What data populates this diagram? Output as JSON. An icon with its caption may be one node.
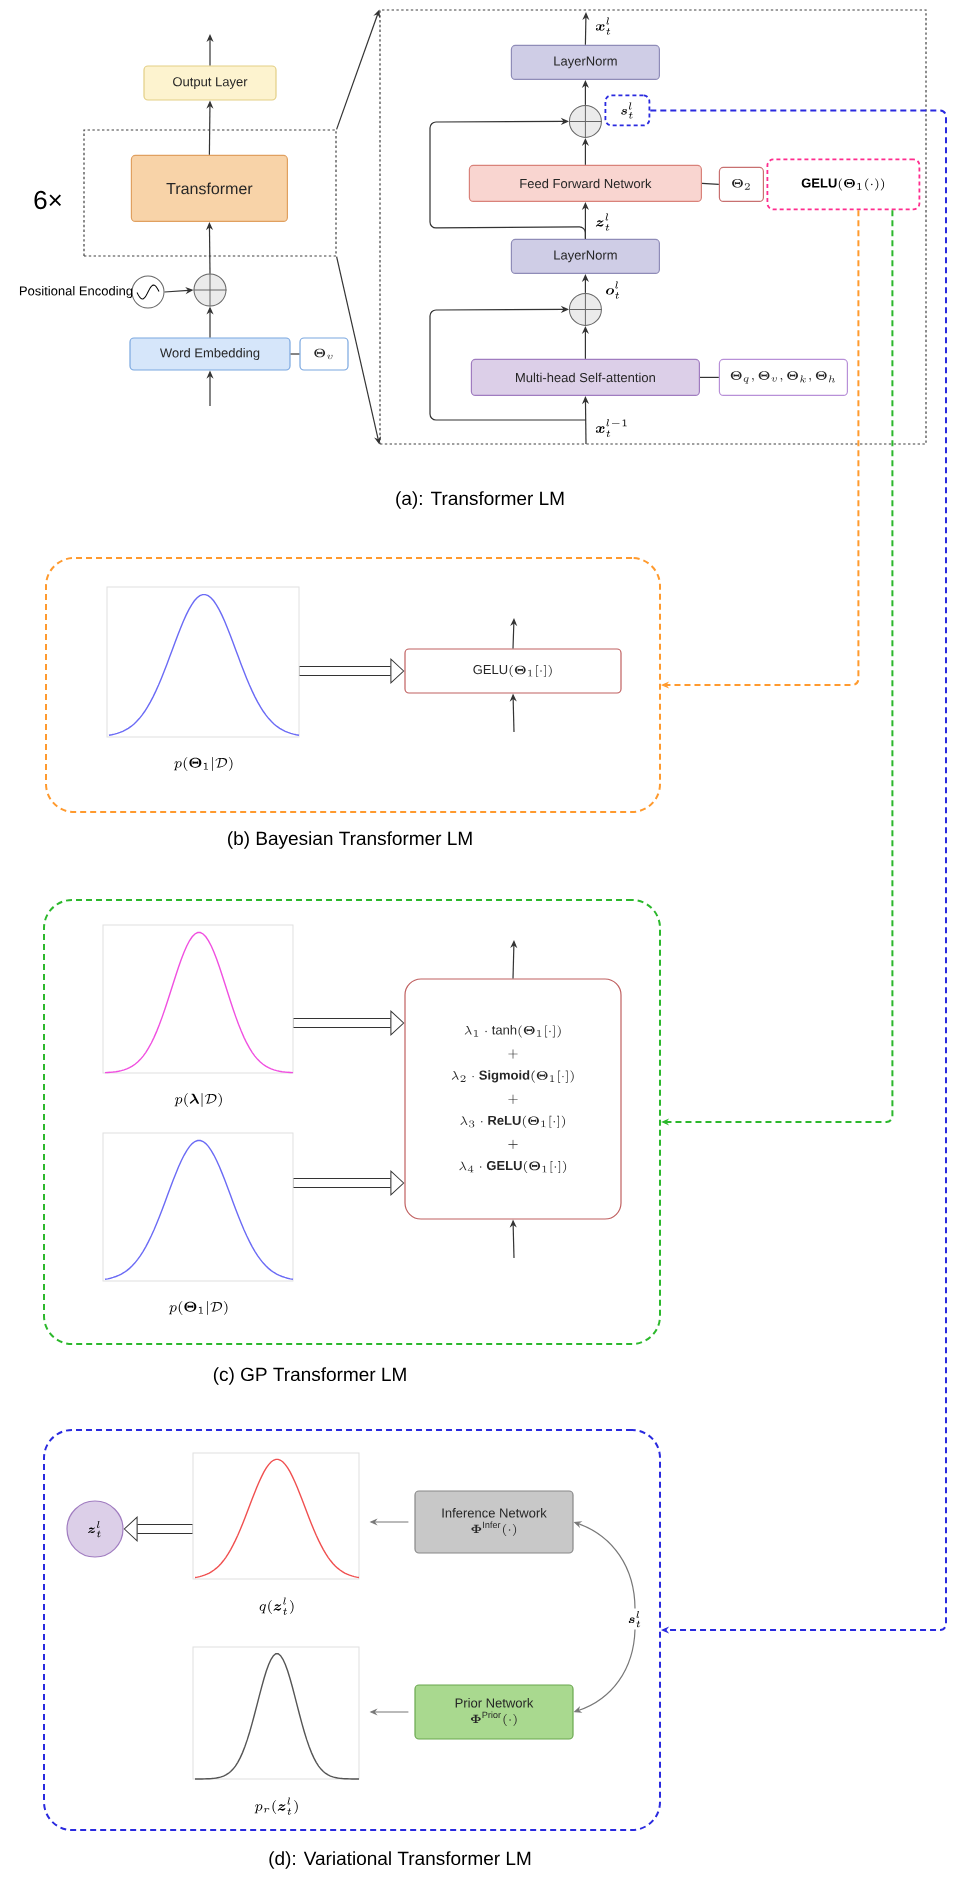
{
  "diagram": {
    "nodes": [
      {
        "text": [
          "Output Layer"
        ]
      },
      {
        "text": [
          "6×"
        ]
      },
      {
        "text": [
          "Transformer"
        ],
        "in": 1
      },
      {
        "text": [],
        "shape": "circle",
        "beside": [
          "Positional Encoding"
        ]
      },
      {
        "text": [],
        "shape": "circle"
      },
      {
        "text": [
          "Word Embedding"
        ]
      },
      {
        "text": [
          "\\boldsymbol{\\Theta}_v"
        ]
      },
      {
        "text": [],
        "shape": "box"
      },
      {
        "text": [
          "LayerNorm"
        ],
        "in": 7
      },
      {
        "text": [],
        "shape": "circle",
        "in": 7
      },
      {
        "text": [
          "\\boldsymbol{s}_t^l"
        ],
        "in": 7
      },
      {
        "text": [
          "Feed Forward Network"
        ],
        "in": 7
      },
      {
        "text": [
          "\\boldsymbol{\\Theta}_2"
        ],
        "in": 7
      },
      {
        "text": [
          "\\mathbf{GELU}(\\boldsymbol{\\Theta}_1(\\cdot))"
        ],
        "in": 7
      },
      {
        "text": [
          "LayerNorm"
        ],
        "in": 7
      },
      {
        "text": [],
        "shape": "circle",
        "in": 7
      },
      {
        "text": [
          "Multi-head Self-attention"
        ],
        "in": 7
      },
      {
        "text": [
          "\\boldsymbol{\\Theta}_q, \\boldsymbol{\\Theta}_v, \\boldsymbol{\\Theta}_k, \\boldsymbol{\\Theta}_h"
        ],
        "in": 7
      },
      {
        "text": [],
        "shape": "box"
      },
      {
        "text": [],
        "shape": "curve",
        "in": 18,
        "beside": [
          "p(\\boldsymbol{\\Theta}_1|\\mathcal{D})"
        ]
      },
      {
        "text": [
          "\\mathrm{GELU}(\\boldsymbol{\\Theta}_1[\\cdot])"
        ],
        "in": 18
      },
      {
        "text": [],
        "shape": "box"
      },
      {
        "text": [],
        "shape": "curve",
        "in": 21,
        "beside": [
          "p(\\boldsymbol{\\lambda}|\\mathcal{D})"
        ]
      },
      {
        "text": [],
        "shape": "curve",
        "in": 21,
        "beside": [
          "p(\\boldsymbol{\\Theta}_1|\\mathcal{D})"
        ]
      },
      {
        "text": [
          "\\lambda_1\\cdot\\tanh(\\boldsymbol{\\Theta}_1[\\cdot])",
          "+",
          "\\lambda_2\\cdot\\mathbf{Sigmoid}(\\boldsymbol{\\Theta}_1[\\cdot])",
          "+",
          "\\lambda_3\\cdot\\mathbf{ReLU}(\\boldsymbol{\\Theta}_1[\\cdot])",
          "+",
          "\\lambda_4\\cdot\\mathbf{GELU}(\\boldsymbol{\\Theta}_1[\\cdot])"
        ],
        "in": 21
      },
      {
        "text": [],
        "shape": "box"
      },
      {
        "text": [
          "\\boldsymbol{z}_t^l"
        ],
        "in": 25
      },
      {
        "text": [],
        "shape": "curve",
        "in": 25,
        "beside": [
          "q(\\boldsymbol{z}_t^l)"
        ]
      },
      {
        "text": [],
        "shape": "curve",
        "in": 25,
        "beside": [
          "p_r(\\boldsymbol{z}_t^l)"
        ]
      },
      {
        "text": [
          "Inference Network",
          "\\boldsymbol{\\Phi}^{\\mathrm{Infer}}(\\cdot)"
        ],
        "in": 25
      },
      {
        "text": [
          "Prior Network",
          "\\boldsymbol{\\Phi}^{\\mathrm{Prior}}(\\cdot)"
        ],
        "in": 25
      },
      {
        "text": [
          "\\boldsymbol{s}_t^l"
        ],
        "in": 25
      }
    ],
    "edges": [
      {
        "from": null,
        "to": 5,
        "arrow": "to"
      },
      {
        "from": 5,
        "to": 4,
        "arrow": "to"
      },
      {
        "from": 3,
        "to": 4,
        "arrow": "to"
      },
      {
        "from": 4,
        "to": 2,
        "arrow": "to"
      },
      {
        "from": 2,
        "to": 0,
        "arrow": "to"
      },
      {
        "from": 0,
        "to": null,
        "arrow": "to"
      },
      {
        "from": 5,
        "to": 6,
        "arrow": "none"
      },
      {
        "from": 1,
        "to": 7,
        "arrow": "to"
      },
      {
        "from": 1,
        "to": 7,
        "arrow": "to"
      },
      {
        "from": null,
        "to": 16,
        "arrow": "to",
        "label": "\\boldsymbol{x}_t^{l-1}"
      },
      {
        "from": 16,
        "to": 15,
        "arrow": "to"
      },
      {
        "from": null,
        "to": 15,
        "arrow": "to"
      },
      {
        "from": 15,
        "to": 14,
        "arrow": "to",
        "label": "\\boldsymbol{o}_t^l"
      },
      {
        "from": 14,
        "to": 11,
        "arrow": "to",
        "label": "\\boldsymbol{z}_t^l"
      },
      {
        "from": 14,
        "to": 9,
        "arrow": "to"
      },
      {
        "from": 11,
        "to": 9,
        "arrow": "to"
      },
      {
        "from": 9,
        "to": 8,
        "arrow": "to"
      },
      {
        "from": 8,
        "to": null,
        "arrow": "to",
        "label": "\\boldsymbol{x}_t^l"
      },
      {
        "from": 11,
        "to": 12,
        "arrow": "none"
      },
      {
        "from": 16,
        "to": 17,
        "arrow": "none"
      },
      {
        "from": 13,
        "to": 18,
        "arrow": "to",
        "style": "dashed",
        "color": "#ff9a2e"
      },
      {
        "from": 13,
        "to": 21,
        "arrow": "to",
        "style": "dashed",
        "color": "#2cb82c"
      },
      {
        "from": 10,
        "to": 25,
        "arrow": "to",
        "style": "dashed",
        "color": "#2a2adf"
      },
      {
        "from": null,
        "to": 20,
        "arrow": "to"
      },
      {
        "from": 20,
        "to": null,
        "arrow": "to"
      },
      {
        "from": 19,
        "to": 20,
        "arrow": "to",
        "style": "thick"
      },
      {
        "from": null,
        "to": 24,
        "arrow": "to"
      },
      {
        "from": 24,
        "to": null,
        "arrow": "to"
      },
      {
        "from": 22,
        "to": 24,
        "arrow": "to",
        "style": "thick"
      },
      {
        "from": 23,
        "to": 24,
        "arrow": "to",
        "style": "thick"
      },
      {
        "from": 29,
        "to": 27,
        "arrow": "to",
        "color": "#777777"
      },
      {
        "from": 30,
        "to": 28,
        "arrow": "to",
        "color": "#777777"
      },
      {
        "from": 31,
        "to": 29,
        "arrow": "to",
        "color": "#777777"
      },
      {
        "from": 31,
        "to": 30,
        "arrow": "to",
        "color": "#777777"
      },
      {
        "from": 27,
        "to": 26,
        "arrow": "to",
        "style": "thick"
      }
    ],
    "labels": [
      "(a): Transformer LM",
      "(b) Bayesian Transformer LM",
      "(c) GP Transformer LM",
      "(d): Variational Transformer LM"
    ]
  }
}
